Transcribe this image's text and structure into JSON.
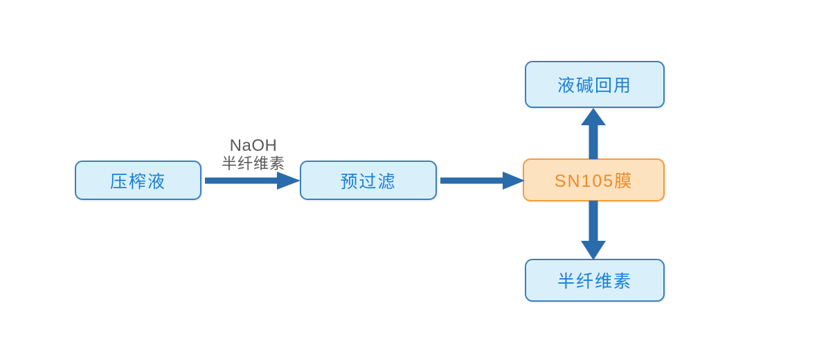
{
  "diagram": {
    "title": "SN105 membrane hemicellulose / alkali recovery process flow",
    "background": "#ffffff",
    "colors": {
      "node_blue_fill": "#d9f0fb",
      "node_blue_border": "#3a7fc1",
      "node_blue_text": "#1b7fd4",
      "node_orange_fill": "#fce2bf",
      "node_orange_border": "#f0a03c",
      "node_orange_text": "#f08a28",
      "arrow": "#2a6bac",
      "edge_label_text": "#595959"
    },
    "nodes": [
      {
        "id": "press",
        "label": "压榨液",
        "style": "blue"
      },
      {
        "id": "prefilt",
        "label": "预过滤",
        "style": "blue"
      },
      {
        "id": "memb",
        "label": "SN105膜",
        "style": "orange"
      },
      {
        "id": "alkali",
        "label": "液碱回用",
        "style": "blue"
      },
      {
        "id": "hemi",
        "label": "半纤维素",
        "style": "blue"
      }
    ],
    "edges": [
      {
        "id": "e1",
        "from": "press",
        "to": "prefilt",
        "direction": "right",
        "label_line1": "NaOH",
        "label_line2": "半纤维素"
      },
      {
        "id": "e2",
        "from": "prefilt",
        "to": "memb",
        "direction": "right"
      },
      {
        "id": "e3",
        "from": "memb",
        "to": "alkali",
        "direction": "up"
      },
      {
        "id": "e4",
        "from": "memb",
        "to": "hemi",
        "direction": "down"
      }
    ]
  }
}
